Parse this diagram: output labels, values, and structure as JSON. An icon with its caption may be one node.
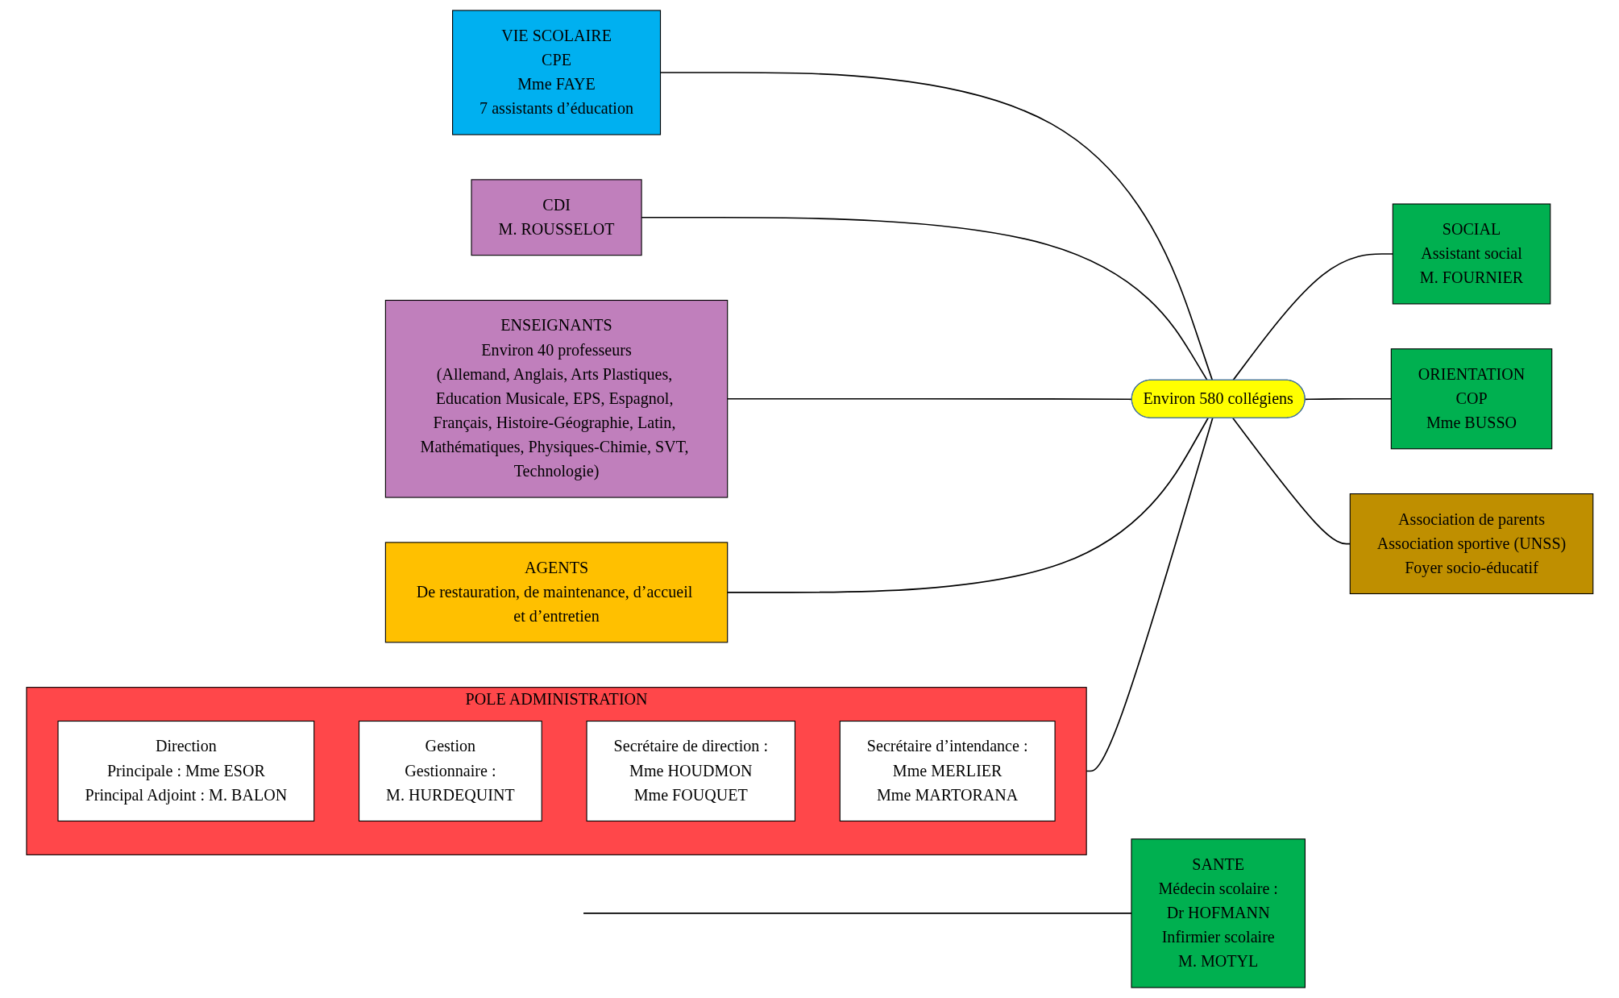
{
  "diagram": {
    "nodes": [
      {
        "text": [
          "Environ 580 collégiens"
        ]
      },
      {
        "text": [
          "POLE ADMINISTRATION"
        ]
      },
      {
        "text": [
          "Direction",
          "Principale : Mme ESOR",
          "Principal Adjoint : M. BALON"
        ],
        "in": 1
      },
      {
        "text": [
          "Gestion",
          "Gestionnaire :",
          "M. HURDEQUINT"
        ],
        "in": 1
      },
      {
        "text": [
          "Secrétaire de direction :",
          "Mme HOUDMON",
          "Mme FOUQUET"
        ],
        "in": 1
      },
      {
        "text": [
          "Secrétaire d’intendance :",
          "Mme MERLIER",
          "Mme MARTORANA"
        ],
        "in": 1
      },
      {
        "text": [
          "SANTE",
          "Médecin scolaire :",
          "Dr HOFMANN",
          "Infirmier scolaire",
          "M. MOTYL"
        ]
      },
      {
        "text": [
          "VIE SCOLAIRE",
          "CPE",
          "Mme FAYE",
          "7 assistants d’éducation"
        ]
      },
      {
        "text": [
          "SOCIAL",
          "Assistant social",
          "M. FOURNIER"
        ]
      },
      {
        "text": [
          "CDI",
          "M. ROUSSELOT"
        ]
      },
      {
        "text": [
          "ENSEIGNANTS",
          "Environ 40 professeurs",
          "(Allemand, Anglais, Arts Plastiques, Education Musicale, EPS, Espagnol, Français, Histoire-Géographie, Latin, Mathématiques, Physiques-Chimie, SVT, Technologie)"
        ]
      },
      {
        "text": [
          "ORIENTATION",
          "COP",
          "Mme BUSSO"
        ]
      },
      {
        "text": [
          "AGENTS",
          "De restauration, de maintenance, d’accueil et d’entretien"
        ]
      },
      {
        "text": [
          "Association de parents",
          "Association sportive (UNSS)",
          "Foyer socio-éducatif"
        ]
      }
    ],
    "edges": [
      {
        "from": 1,
        "to": 0,
        "arrow": "none"
      },
      {
        "from": null,
        "to": 6,
        "arrow": "none"
      },
      {
        "from": 7,
        "to": 0,
        "arrow": "none"
      },
      {
        "from": 0,
        "to": 8,
        "arrow": "none"
      },
      {
        "from": 9,
        "to": 0,
        "arrow": "none"
      },
      {
        "from": 10,
        "to": 0,
        "arrow": "none"
      },
      {
        "from": 0,
        "to": 11,
        "arrow": "none"
      },
      {
        "from": 12,
        "to": 0,
        "arrow": "none"
      },
      {
        "from": 0,
        "to": 13,
        "arrow": "none"
      }
    ]
  }
}
